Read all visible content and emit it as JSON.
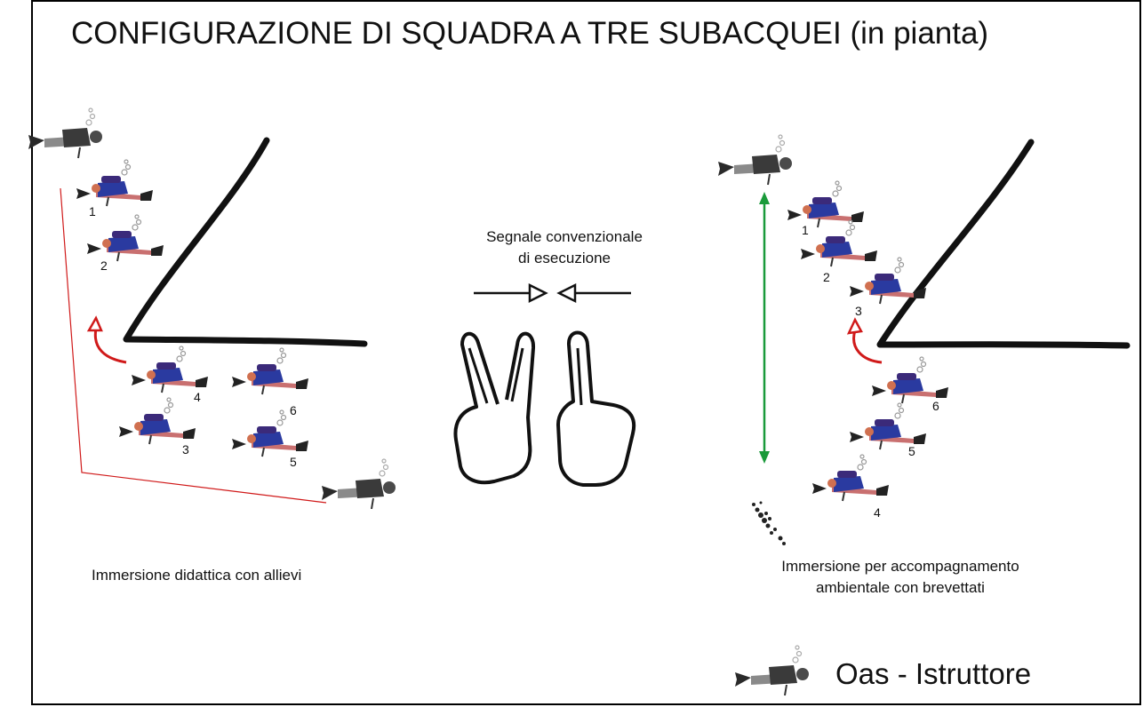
{
  "title": "CONFIGURAZIONE DI SQUADRA A TRE SUBACQUEI (in pianta)",
  "signal": {
    "line1": "Segnale convenzionale",
    "line2": "di esecuzione"
  },
  "captions": {
    "left": "Immersione didattica con allievi",
    "right_line1": "Immersione per accompagnamento",
    "right_line2": "ambientale con brevettati"
  },
  "legend": {
    "label": "Oas - Istruttore",
    "icon": "instructor-diver-icon"
  },
  "left_panel": {
    "diver_numbers": [
      "1",
      "2",
      "4",
      "6",
      "3",
      "5"
    ]
  },
  "right_panel": {
    "diver_numbers": [
      "1",
      "2",
      "3",
      "6",
      "5",
      "4"
    ]
  },
  "colors": {
    "student_tank": "#2a3aa0",
    "student_suit": "#c97070",
    "instructor": "#3a3a3a",
    "turn_arrow": "#d01a1a",
    "guide_line": "#d01a1a",
    "distance_arrow": "#1a9a3a",
    "wall_line": "#111111"
  }
}
